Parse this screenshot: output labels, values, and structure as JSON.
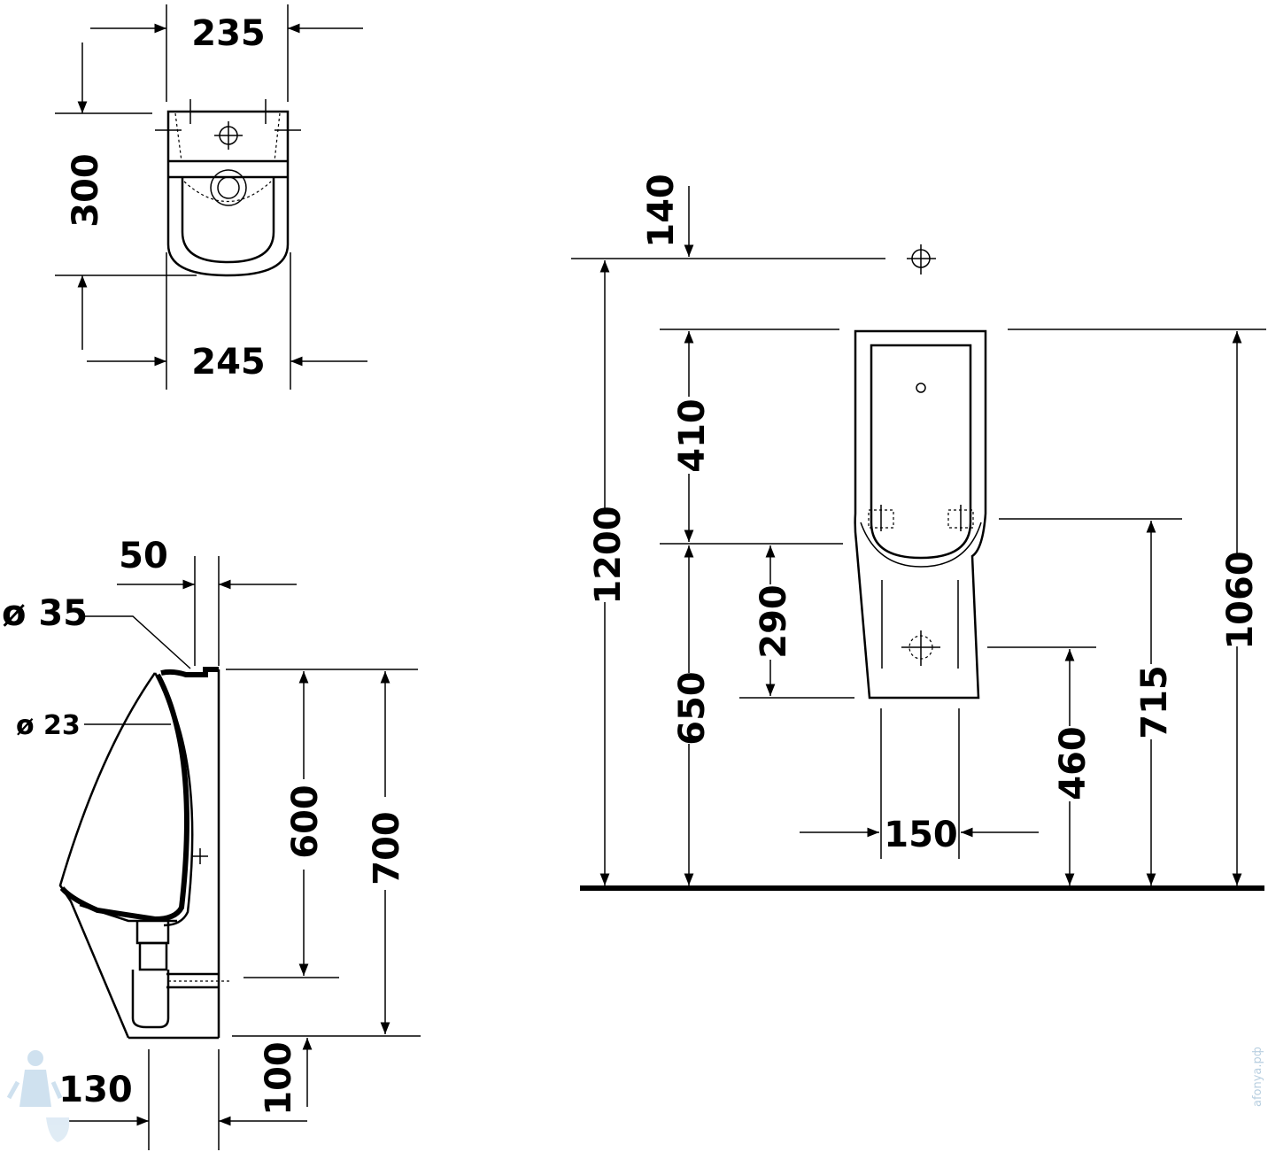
{
  "top_view": {
    "width_top": "235",
    "depth": "300",
    "width_bottom": "245"
  },
  "side_view": {
    "offset_50": "50",
    "inlet_diameter": "ø 35",
    "outlet_diameter": "ø 23",
    "height_600": "600",
    "height_700": "700",
    "depth_130": "130",
    "gap_100": "100"
  },
  "front_view": {
    "inlet_140": "140",
    "height_1200": "1200",
    "height_410": "410",
    "height_650": "650",
    "height_290": "290",
    "width_150": "150",
    "height_460": "460",
    "height_715": "715",
    "height_1060": "1060"
  },
  "watermark": "afonya.рф"
}
